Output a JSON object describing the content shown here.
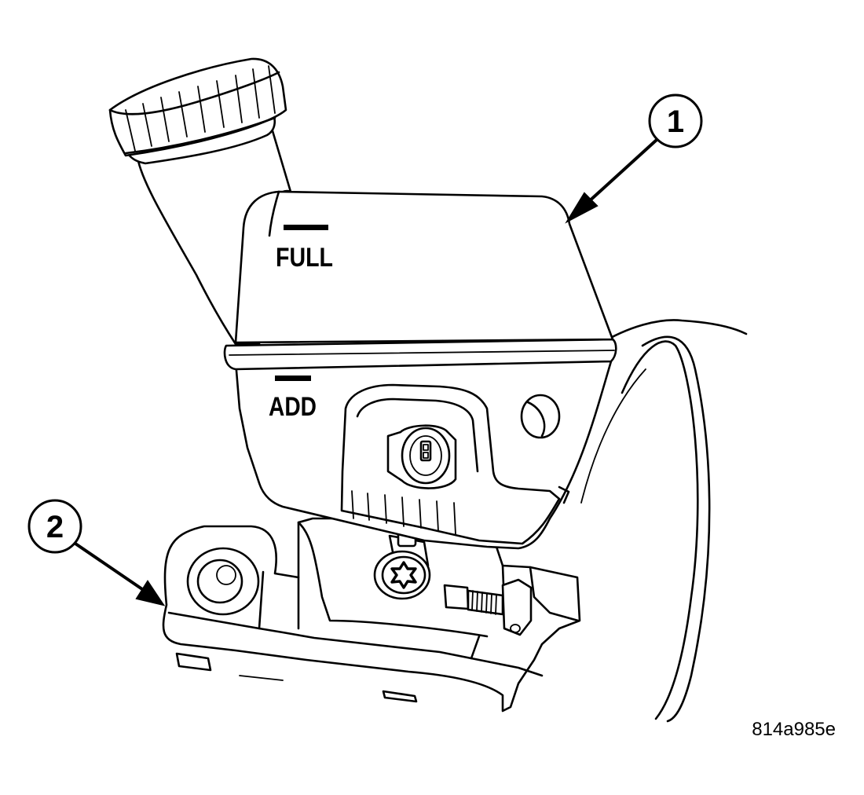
{
  "figure": {
    "level_marks": {
      "full": "FULL",
      "add": "ADD"
    },
    "callouts": [
      {
        "number": "1"
      },
      {
        "number": "2"
      }
    ],
    "figure_id": "814a985e"
  }
}
